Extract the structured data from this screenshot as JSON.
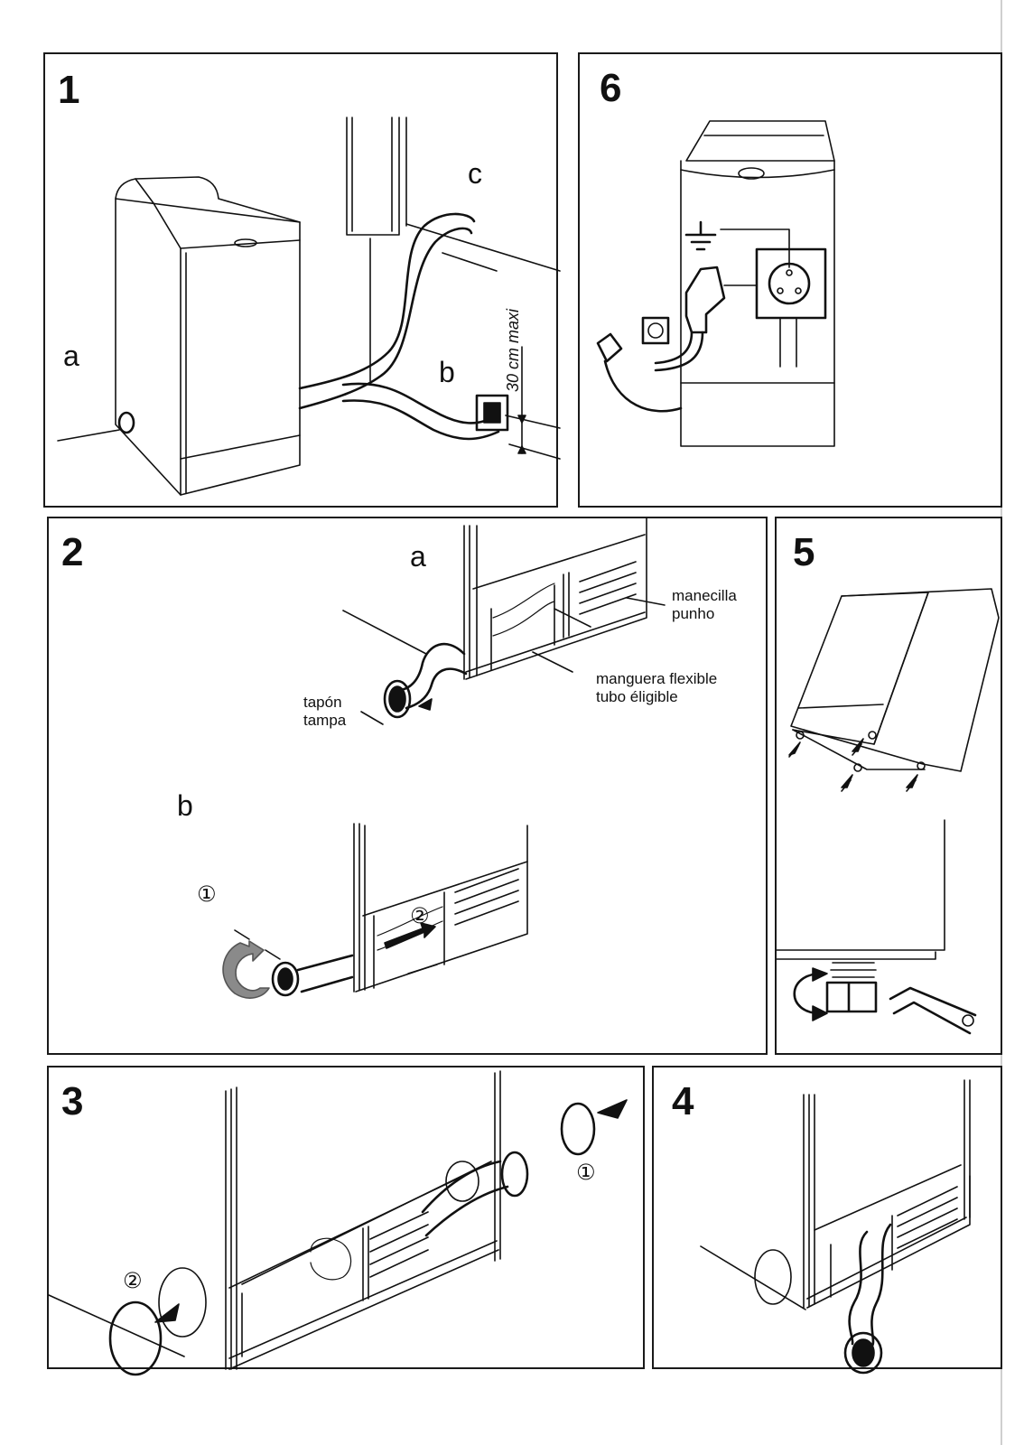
{
  "document": {
    "type": "installation-instructions-sheet",
    "language_captions": [
      "es",
      "pt"
    ]
  },
  "panels": {
    "p1": {
      "number": "1",
      "labels": {
        "a": "a",
        "b": "b",
        "c": "c"
      },
      "dimension": "30 cm maxi"
    },
    "p2": {
      "number": "2",
      "labels": {
        "a": "a",
        "b": "b"
      },
      "captions": {
        "handle_es": "manecilla",
        "handle_pt": "punho",
        "hose_es": "manguera flexible",
        "hose_pt": "tubo éligible",
        "cap_es": "tapón",
        "cap_pt": "tampa"
      },
      "steps": [
        "①",
        "②"
      ]
    },
    "p3": {
      "number": "3",
      "steps": [
        "①",
        "②"
      ]
    },
    "p4": {
      "number": "4"
    },
    "p5": {
      "number": "5"
    },
    "p6": {
      "number": "6"
    }
  }
}
